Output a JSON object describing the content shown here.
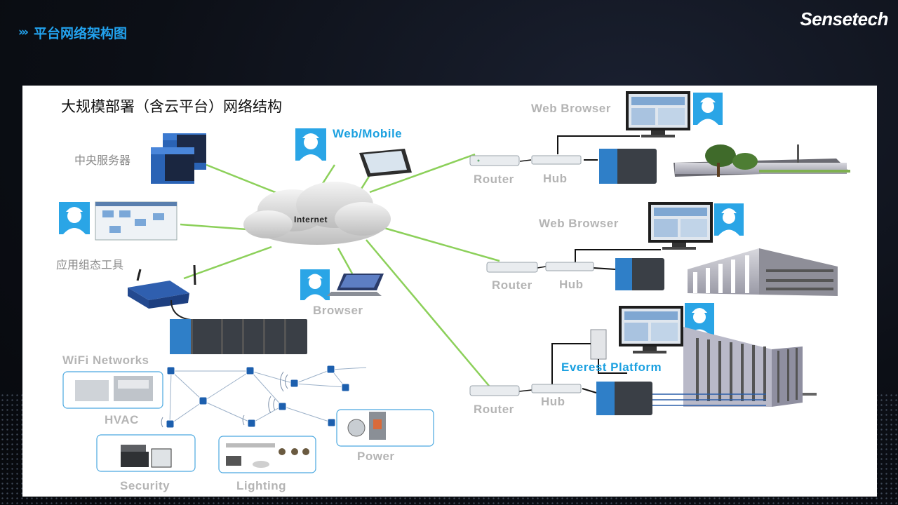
{
  "header": {
    "chevrons": "›››",
    "title": "平台网络架构图"
  },
  "brand": {
    "logo": "Sensetech"
  },
  "diagram": {
    "title": "大规模部署（含云平台）网络结构",
    "cloud_label": "Internet",
    "central_server_label": "中央服务器",
    "config_tool_label": "应用组态工具",
    "web_mobile_label": "Web/Mobile",
    "browser_label": "Browser",
    "wifi_label": "WiFi Networks",
    "hvac_label": "HVAC",
    "security_label": "Security",
    "lighting_label": "Lighting",
    "power_label": "Power",
    "site1": {
      "web_browser": "Web Browser",
      "router": "Router",
      "hub": "Hub"
    },
    "site2": {
      "web_browser": "Web Browser",
      "router": "Router",
      "hub": "Hub"
    },
    "site3": {
      "platform": "Everest Platform",
      "router": "Router",
      "hub": "Hub"
    }
  },
  "colors": {
    "accent": "#22a3ef",
    "link": "#8cd05a",
    "device_blue": "#2f7fc8",
    "device_dark": "#3a3f46"
  }
}
